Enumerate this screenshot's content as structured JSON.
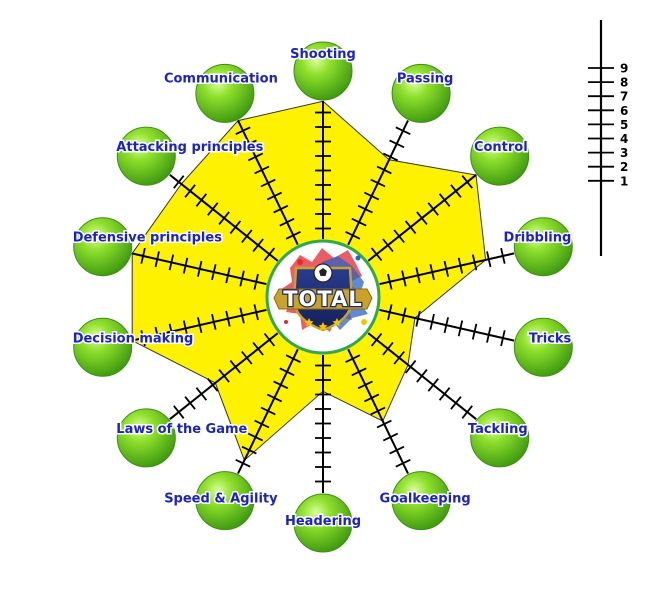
{
  "logo": {
    "text": "TOTAL"
  },
  "skills": [
    {
      "name": "Shooting",
      "score": 9
    },
    {
      "name": "Passing",
      "score": 6
    },
    {
      "name": "Control",
      "score": 9
    },
    {
      "name": "Dribbling",
      "score": 7
    },
    {
      "name": "Tricks",
      "score": 2
    },
    {
      "name": "Tackling",
      "score": 3
    },
    {
      "name": "Goalkeeping",
      "score": 5
    },
    {
      "name": "Headering",
      "score": 2
    },
    {
      "name": "Speed & Agility",
      "score": 8
    },
    {
      "name": "Laws of the Game",
      "score": 5
    },
    {
      "name": "Decision making",
      "score": 9
    },
    {
      "name": "Defensive principles",
      "score": 9
    },
    {
      "name": "Attacking principles",
      "score": 8
    },
    {
      "name": "Communication",
      "score": 9
    }
  ],
  "scale": {
    "labels": [
      "9",
      "8",
      "7",
      "6",
      "5",
      "4",
      "3",
      "2",
      "1"
    ],
    "max": 9
  },
  "colors": {
    "fill": "#fff200",
    "ball": "#7ed321",
    "label": "#1a22c8",
    "ring": "#2fa84f"
  }
}
